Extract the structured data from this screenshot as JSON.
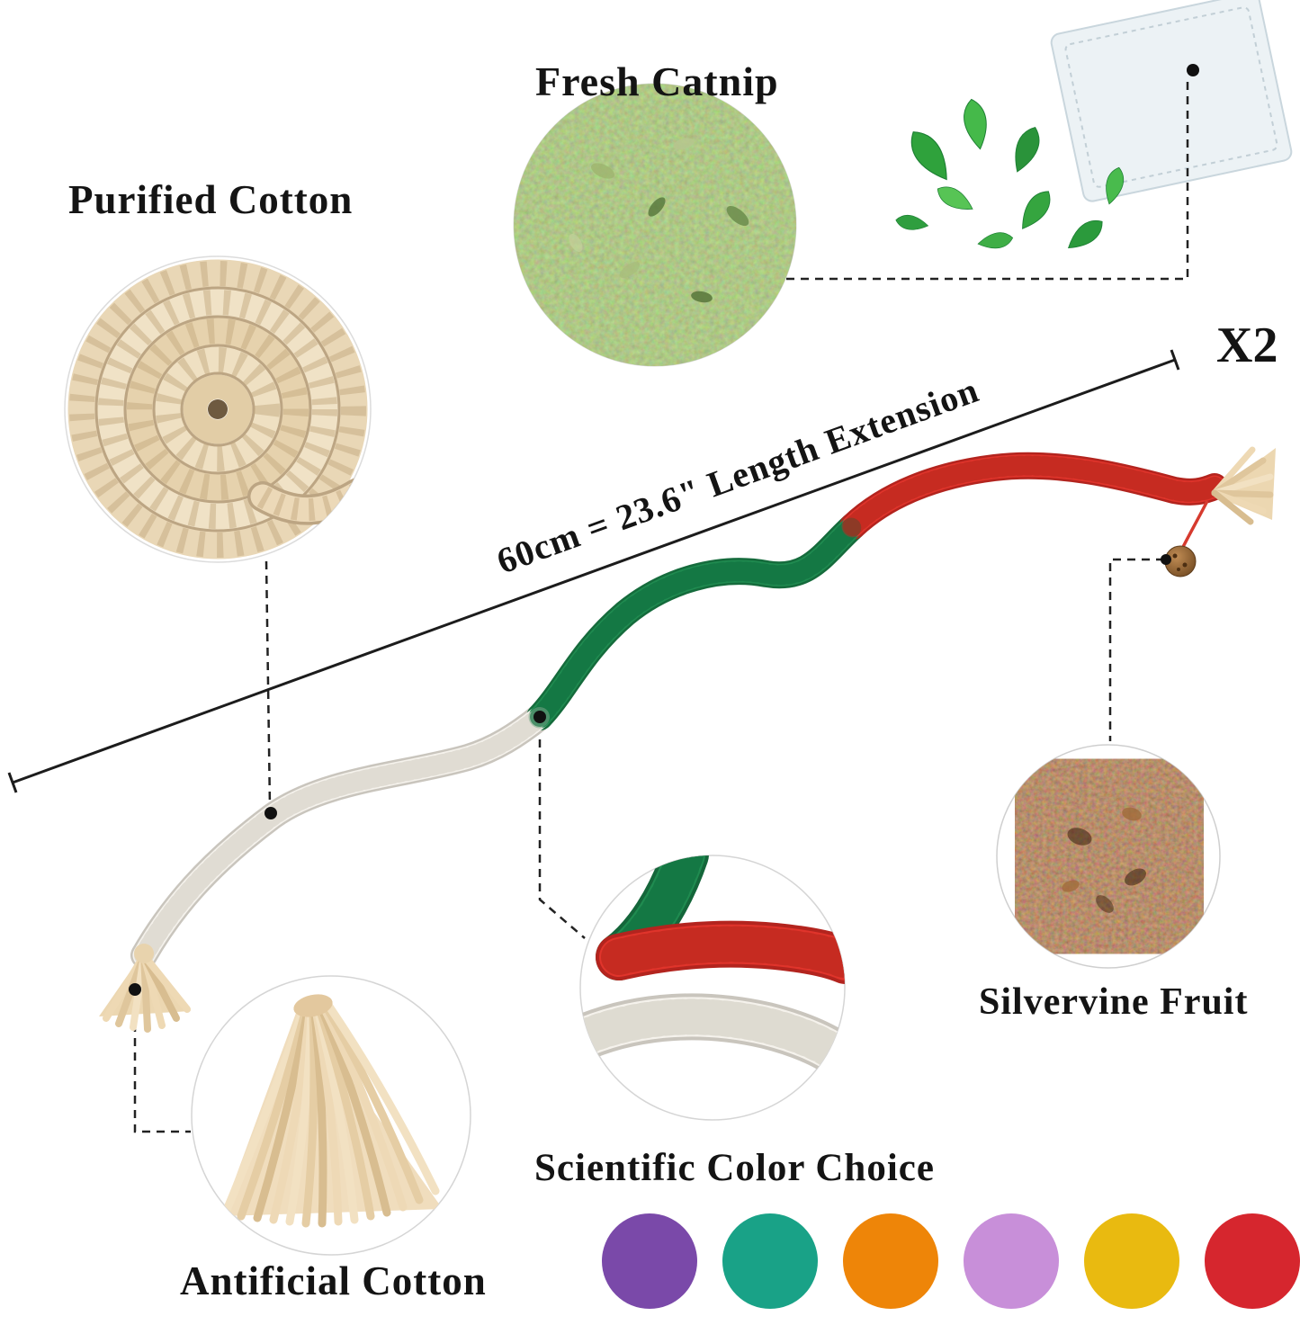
{
  "labels": {
    "purified_cotton": "Purified Cotton",
    "fresh_catnip": "Fresh Catnip",
    "silvervine_fruit": "Silvervine Fruit",
    "scientific_color_choice": "Scientific Color Choice",
    "antificial_cotton": "Antificial Cotton"
  },
  "measurement": {
    "length_note": "60cm = 23.6\"  Length Extension",
    "quantity": "X2"
  },
  "rope_colors": {
    "white": "#f5f2ec",
    "green": "#1f8b50",
    "red": "#e0342b"
  },
  "palette": [
    {
      "name": "purple",
      "hex": "#7a49a9"
    },
    {
      "name": "teal",
      "hex": "#19a287"
    },
    {
      "name": "orange",
      "hex": "#ee8508"
    },
    {
      "name": "orchid",
      "hex": "#c88fd9"
    },
    {
      "name": "gold",
      "hex": "#e9ba10"
    },
    {
      "name": "red",
      "hex": "#d6262e"
    }
  ]
}
